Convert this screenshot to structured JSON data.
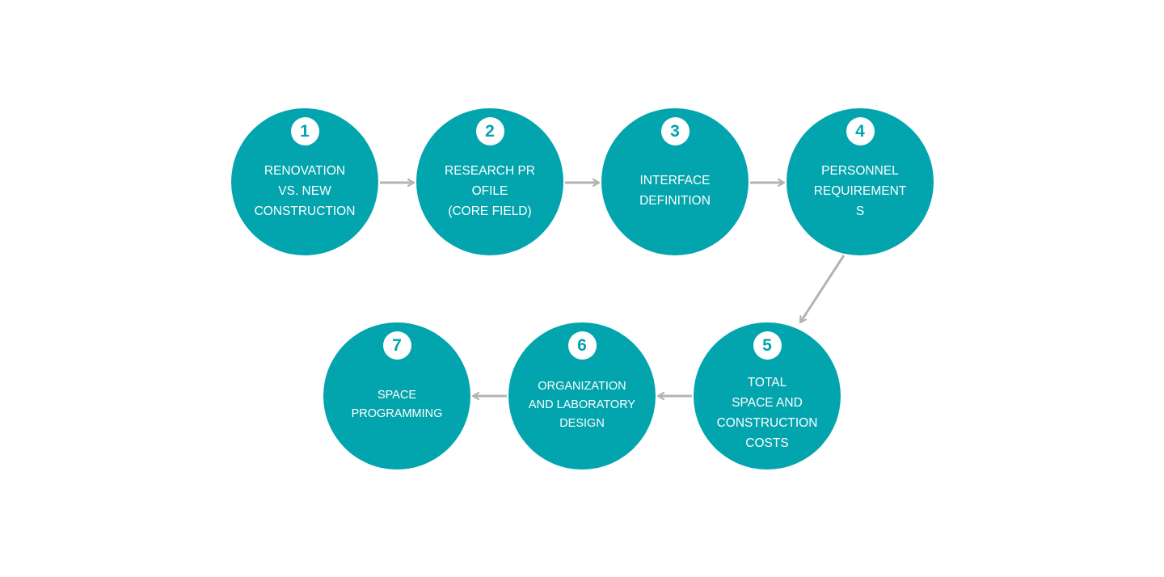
{
  "colors": {
    "circle_fill": "#02a4ae",
    "number_text": "#02a4ae",
    "label_text": "#ffffff",
    "arrow": "#b3b3b3",
    "background": "#ffffff"
  },
  "steps": [
    {
      "number": "1",
      "label": "RENOVATION\nVS. NEW\nCONSTRUCTION"
    },
    {
      "number": "2",
      "label": "RESEARCH PR\nOFILE\n(CORE FIELD)"
    },
    {
      "number": "3",
      "label": "INTERFACE\nDEFINITION"
    },
    {
      "number": "4",
      "label": "PERSONNEL\nREQUIREMENT\nS"
    },
    {
      "number": "5",
      "label": "TOTAL\nSPACE AND\nCONSTRUCTION\nCOSTS"
    },
    {
      "number": "6",
      "label": "ORGANIZATION\nAND LABORATORY\nDESIGN"
    },
    {
      "number": "7",
      "label": "SPACE\nPROGRAMMING"
    }
  ],
  "connections": [
    {
      "from": "1",
      "to": "2"
    },
    {
      "from": "2",
      "to": "3"
    },
    {
      "from": "3",
      "to": "4"
    },
    {
      "from": "4",
      "to": "5"
    },
    {
      "from": "5",
      "to": "6"
    },
    {
      "from": "6",
      "to": "7"
    }
  ]
}
